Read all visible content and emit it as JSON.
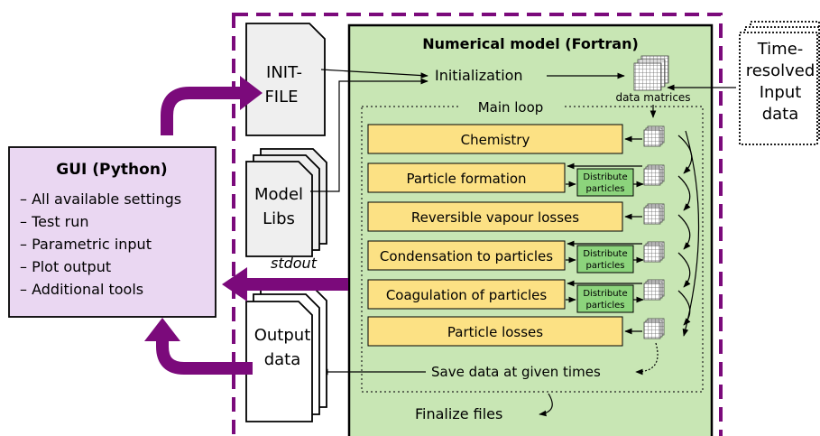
{
  "gui": {
    "title": "GUI (Python)",
    "items": [
      "– All available settings",
      "– Test run",
      "– Parametric input",
      "– Plot output",
      "– Additional tools"
    ],
    "fill_color": "#ead7f2"
  },
  "init_file": {
    "label_line1": "INIT-",
    "label_line2": "FILE"
  },
  "model_libs": {
    "label_line1": "Model",
    "label_line2": "Libs"
  },
  "output_data": {
    "label_line1": "Output",
    "label_line2": "data"
  },
  "stdout_label": "stdout",
  "input_data": {
    "lines": [
      "Time-",
      "resolved",
      "Input",
      "data"
    ]
  },
  "numerical_model": {
    "title": "Numerical model (Fortran)",
    "initialization": "Initialization",
    "data_matrices": "data matrices",
    "main_loop_label": "Main loop",
    "steps": [
      "Chemistry",
      "Particle formation",
      "Reversible vapour losses",
      "Condensation to particles",
      "Coagulation of particles",
      "Particle losses"
    ],
    "distribute_label_line1": "Distribute",
    "distribute_label_line2": "particles",
    "save_data": "Save data at given times",
    "finalize": "Finalize files",
    "fill_color": "#c8e6b4",
    "step_fill_color": "#fce184",
    "distribute_fill_color": "#8cd47c"
  },
  "accent_color": "#7b0a7b"
}
